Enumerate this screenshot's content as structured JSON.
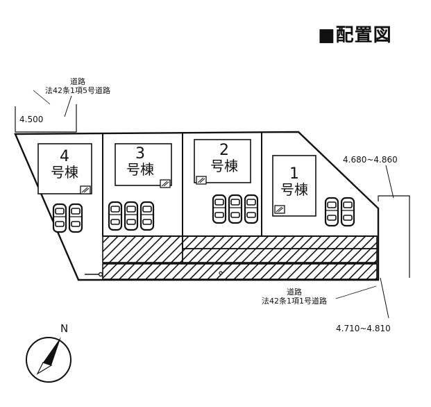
{
  "title": "■配置図",
  "roads": {
    "top": {
      "name": "道路",
      "type": "法42条1項5号道路",
      "width": "4.500"
    },
    "bottom": {
      "name": "道路",
      "type": "法42条1項1号道路"
    }
  },
  "dimensions": {
    "right_upper": "4.680~4.860",
    "right_lower": "4.710~4.810"
  },
  "buildings": [
    {
      "number": "1",
      "name": "号棟",
      "parking_spaces": 2
    },
    {
      "number": "2",
      "name": "号棟",
      "parking_spaces": 3
    },
    {
      "number": "3",
      "name": "号棟",
      "parking_spaces": 3
    },
    {
      "number": "4",
      "name": "号棟",
      "parking_spaces": 2
    }
  ],
  "compass": {
    "label": "N"
  },
  "colors": {
    "line": "#111111",
    "background": "#ffffff"
  }
}
